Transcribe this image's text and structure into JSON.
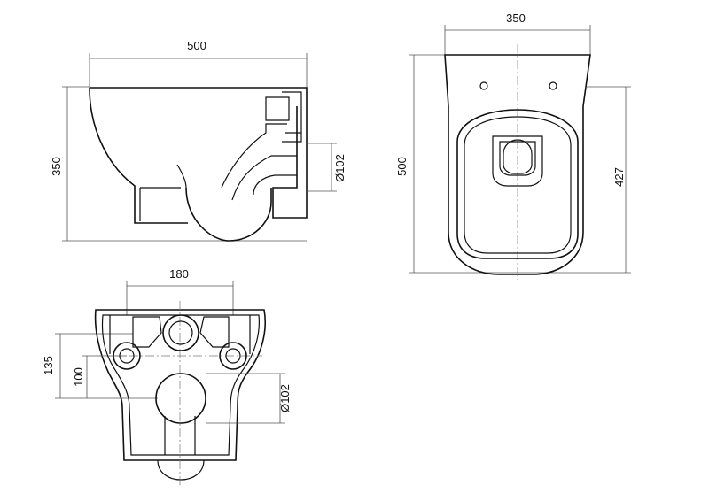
{
  "side_view": {
    "width_label": "500",
    "height_label": "350",
    "pipe_label": "Ø102"
  },
  "top_view": {
    "width_label": "350",
    "length_label": "500",
    "depth_label": "427"
  },
  "back_view": {
    "spacing_label": "180",
    "height_label": "135",
    "height_small_label": "100",
    "pipe_label": "Ø102"
  }
}
